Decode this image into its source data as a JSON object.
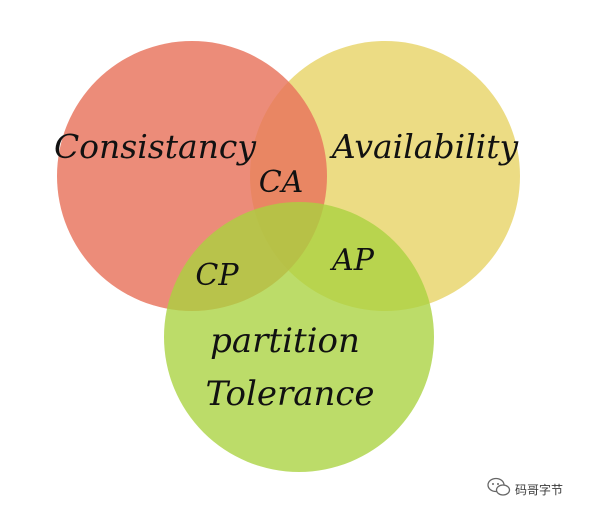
{
  "diagram": {
    "sets": [
      {
        "id": "consistency",
        "label": "Consistancy",
        "color": "#e8735b"
      },
      {
        "id": "availability",
        "label": "Availability",
        "color": "#e9d66f"
      },
      {
        "id": "partition",
        "label_line1": "partition",
        "label_line2": "Tolerance",
        "color": "#a9d23f"
      }
    ],
    "intersections": {
      "ca": "CA",
      "cp": "CP",
      "ap": "AP"
    }
  },
  "watermark": {
    "text": "码哥字节",
    "icon": "wechat-icon"
  }
}
